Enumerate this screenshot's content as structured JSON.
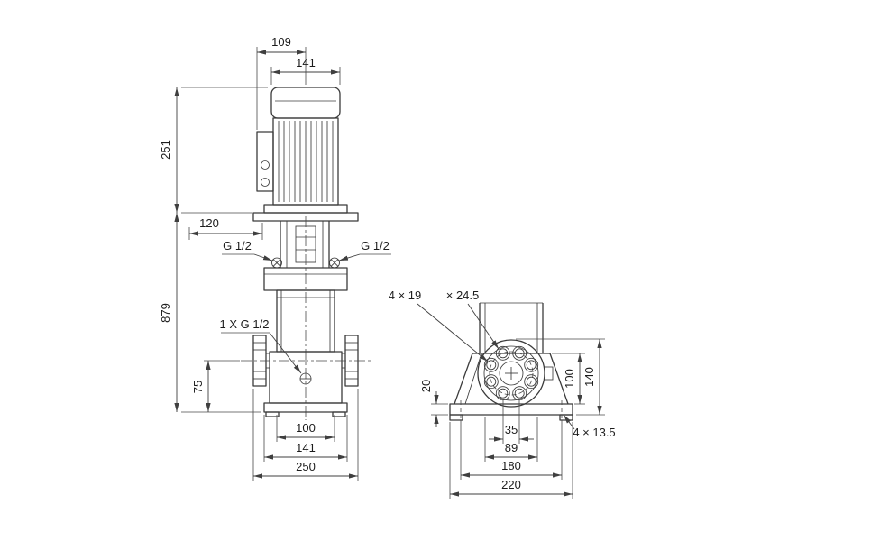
{
  "colors": {
    "background": "#ffffff",
    "line": "#3b3b3b",
    "text": "#1c1c1c"
  },
  "front_view": {
    "dim_fan_width": "109",
    "dim_motor_width": "141",
    "dim_motor_height": "251",
    "dim_stool_height": "120",
    "dim_pump_height": "879",
    "port_left": "G 1/2",
    "port_right": "G 1/2",
    "drain_label": "1 X G 1/2",
    "dim_port_height": "75",
    "dim_base_inner": "100",
    "dim_base_width": "141",
    "dim_flange_span": "250"
  },
  "side_view": {
    "flange_holes": "4 × 19",
    "flange_counterbore": "× 24.5",
    "dim_plate_thickness": "20",
    "dim_height_100": "100",
    "dim_height_140": "140",
    "dim_span_35": "35",
    "dim_span_89": "89",
    "dim_span_180": "180",
    "dim_span_220": "220",
    "base_holes": "4 × 13.5"
  }
}
